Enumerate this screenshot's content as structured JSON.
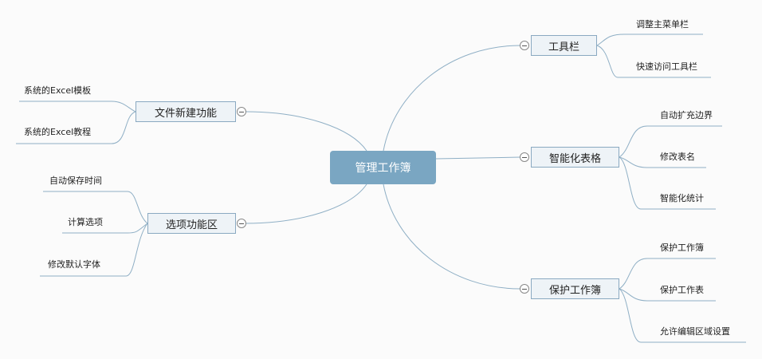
{
  "root": {
    "label": "管理工作簿"
  },
  "right_branches": {
    "toolbar": {
      "label": "工具栏",
      "children": [
        "调整主菜单栏",
        "快速访问工具栏"
      ]
    },
    "smart_table": {
      "label": "智能化表格",
      "children": [
        "自动扩充边界",
        "修改表名",
        "智能化统计"
      ]
    },
    "protect": {
      "label": "保护工作簿",
      "children": [
        "保护工作簿",
        "保护工作表",
        "允许编辑区域设置"
      ]
    }
  },
  "left_branches": {
    "new_file": {
      "label": "文件新建功能",
      "children": [
        "系统的Excel模板",
        "系统的Excel教程"
      ]
    },
    "options": {
      "label": "选项功能区",
      "children": [
        "自动保存时间",
        "计算选项",
        "修改默认字体"
      ]
    }
  },
  "colors": {
    "root_fill": "#7aa6c2",
    "branch_fill": "#eef3f7",
    "branch_border": "#8aa9c1",
    "connector": "#8fafc5"
  }
}
